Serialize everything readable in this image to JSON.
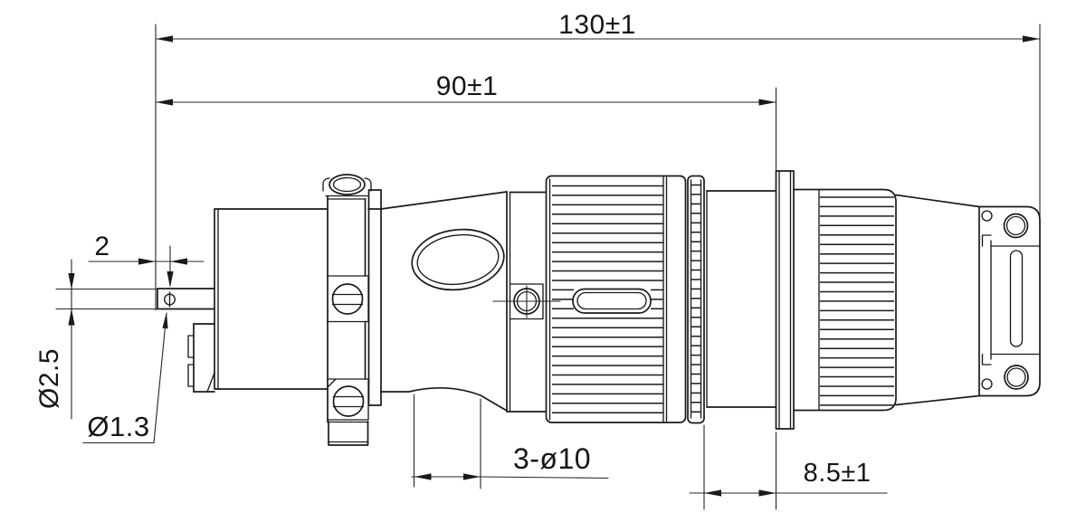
{
  "drawing": {
    "kind": "engineering-line-drawing",
    "subject": "circular-connector-plug-side-view",
    "background": "#ffffff",
    "line_color": "#1a1a1a",
    "labels": {
      "overall_length": "130±1",
      "shell_length": "90±1",
      "tip_offset": "2",
      "tip_diameter": "Ø2.5",
      "small_hole_diameter": "Ø1.3",
      "shell_holes": "3-ø10",
      "barrel_length": "8.5±1"
    }
  }
}
